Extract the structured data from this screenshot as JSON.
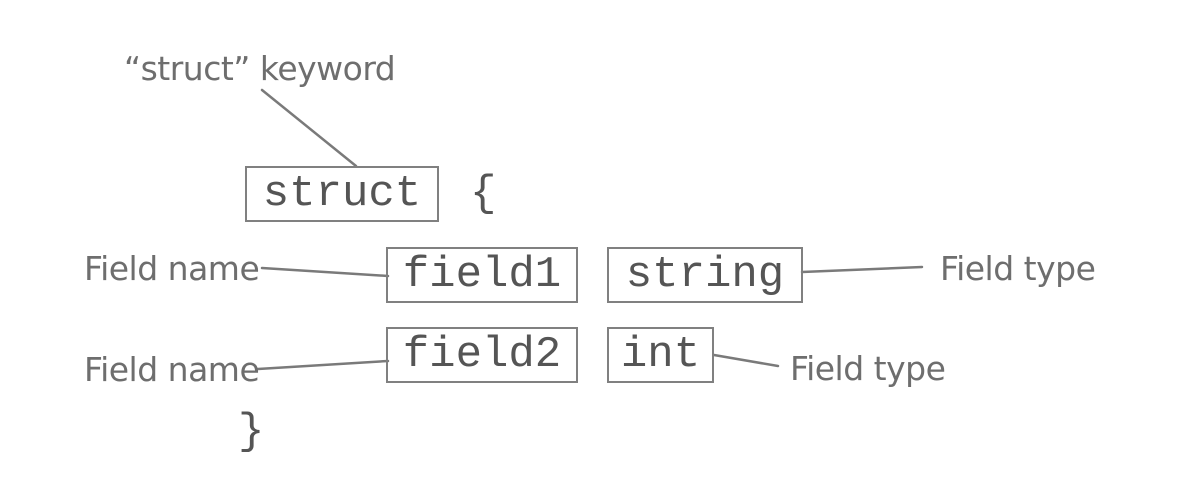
{
  "code": {
    "keyword": "struct",
    "open_brace": "{",
    "close_brace": "}",
    "fields": [
      {
        "name": "field1",
        "type": "string"
      },
      {
        "name": "field2",
        "type": "int"
      }
    ]
  },
  "annotations": {
    "keyword_label": "“struct” keyword",
    "field1_name_label": "Field name",
    "field1_type_label": "Field type",
    "field2_name_label": "Field name",
    "field2_type_label": "Field type"
  }
}
